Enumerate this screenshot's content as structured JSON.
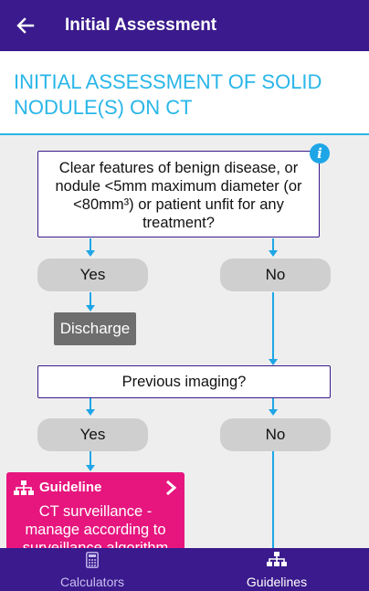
{
  "appbar": {
    "title": "Initial Assessment"
  },
  "header": {
    "title": "INITIAL ASSESSMENT OF SOLID NODULE(S) ON CT"
  },
  "flow": {
    "question1": "Clear features of benign disease, or nodule <5mm maximum diameter (or <80mm³) or patient unfit for any treatment?",
    "q1_yes": "Yes",
    "q1_no": "No",
    "discharge": "Discharge",
    "question2": "Previous imaging?",
    "q2_yes": "Yes",
    "q2_no": "No"
  },
  "guideline_card": {
    "heading": "Guideline",
    "text": "CT surveillance - manage according to surveillance algorithm"
  },
  "bottom_nav": {
    "items": [
      {
        "label": "Calculators",
        "icon": "calculator-icon"
      },
      {
        "label": "Guidelines",
        "icon": "sitemap-icon"
      }
    ]
  },
  "colors": {
    "primary": "#3a1a8c",
    "accent": "#29b6e8",
    "guideline": "#e6167e",
    "pill": "#cfcfcf",
    "discharge": "#6e6e6e"
  }
}
